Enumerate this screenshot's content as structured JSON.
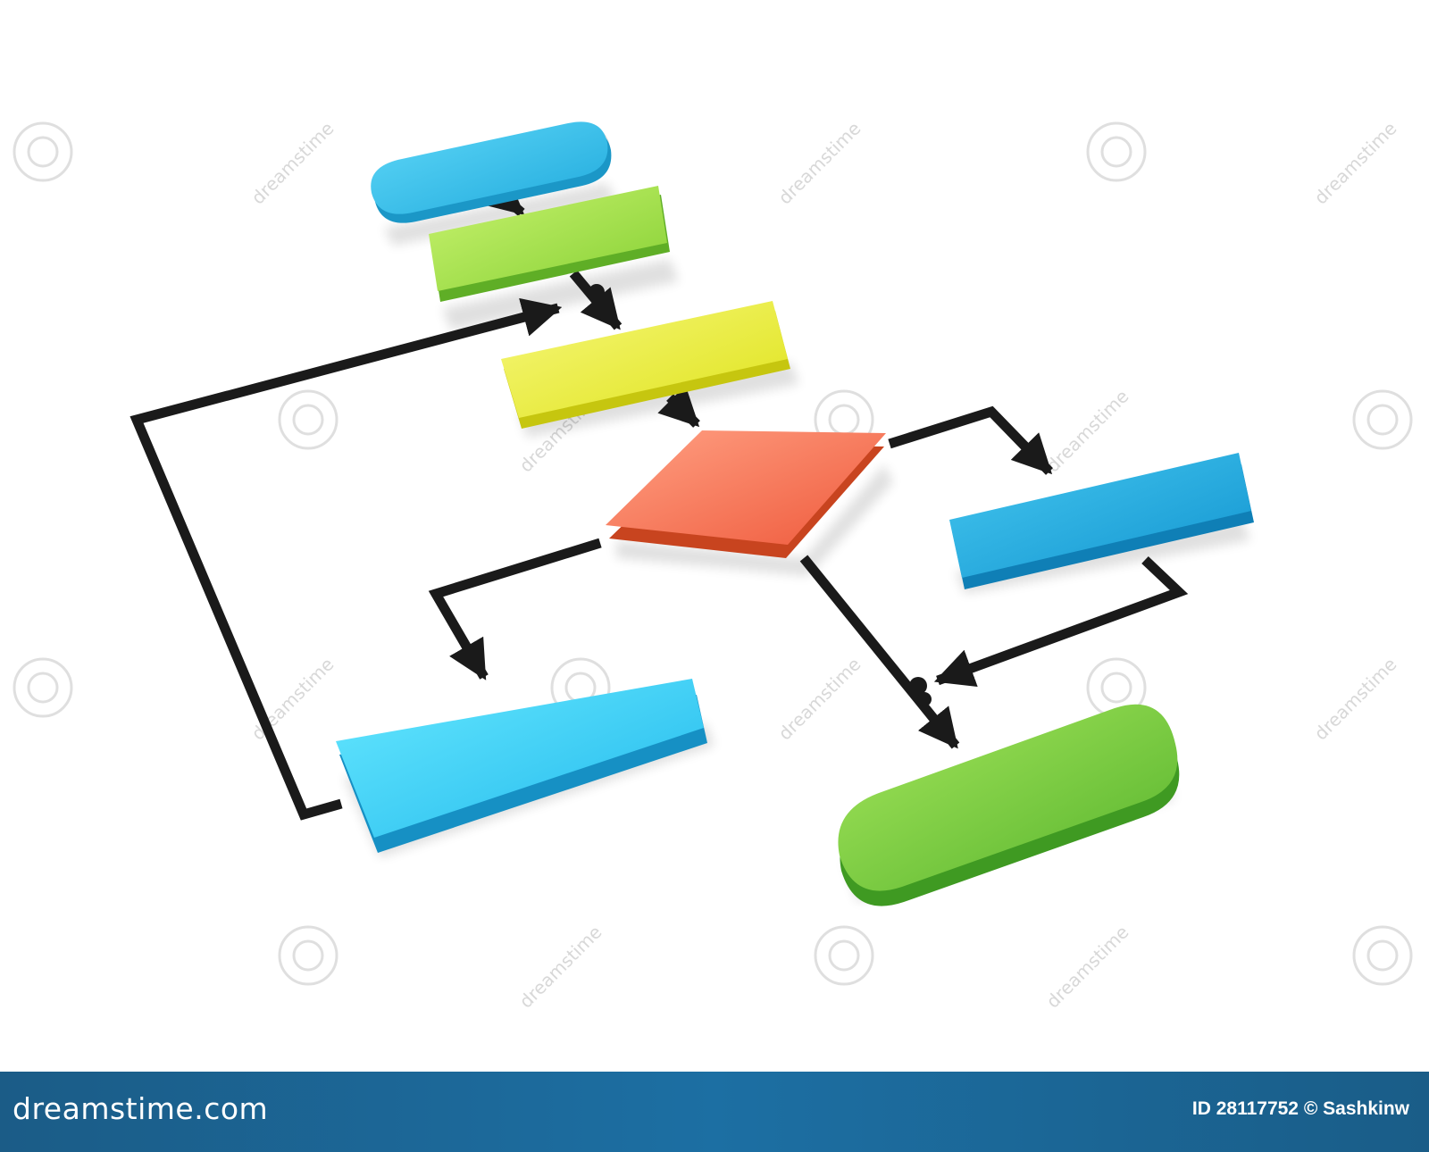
{
  "diagram": {
    "type": "flowchart",
    "nodes": [
      {
        "id": "start",
        "shape": "rounded-terminal",
        "color": "#27b7e0"
      },
      {
        "id": "process-1",
        "shape": "rectangle",
        "color": "#8ed63a"
      },
      {
        "id": "process-2",
        "shape": "rectangle",
        "color": "#e2ea1c"
      },
      {
        "id": "decision",
        "shape": "diamond",
        "color": "#f06a4a"
      },
      {
        "id": "process-right",
        "shape": "rectangle",
        "color": "#1ea6da"
      },
      {
        "id": "process-left",
        "shape": "rectangle",
        "color": "#24c4ee"
      },
      {
        "id": "end",
        "shape": "rounded-terminal",
        "color": "#6cc23a"
      }
    ],
    "edges": [
      {
        "from": "start",
        "to": "process-1"
      },
      {
        "from": "process-1",
        "to": "process-2"
      },
      {
        "from": "process-2",
        "to": "decision"
      },
      {
        "from": "decision",
        "to": "process-right"
      },
      {
        "from": "decision",
        "to": "process-left"
      },
      {
        "from": "decision",
        "to": "end"
      },
      {
        "from": "process-right",
        "to": "end"
      },
      {
        "from": "process-left",
        "to": "process-1"
      }
    ],
    "connector_color": "#1a1a1a"
  },
  "watermark": {
    "text": "dreamstime"
  },
  "footer": {
    "brand": "dreamstime.com",
    "credit": "ID 28117752 © Sashkinw",
    "background": "#1c6a9e"
  }
}
